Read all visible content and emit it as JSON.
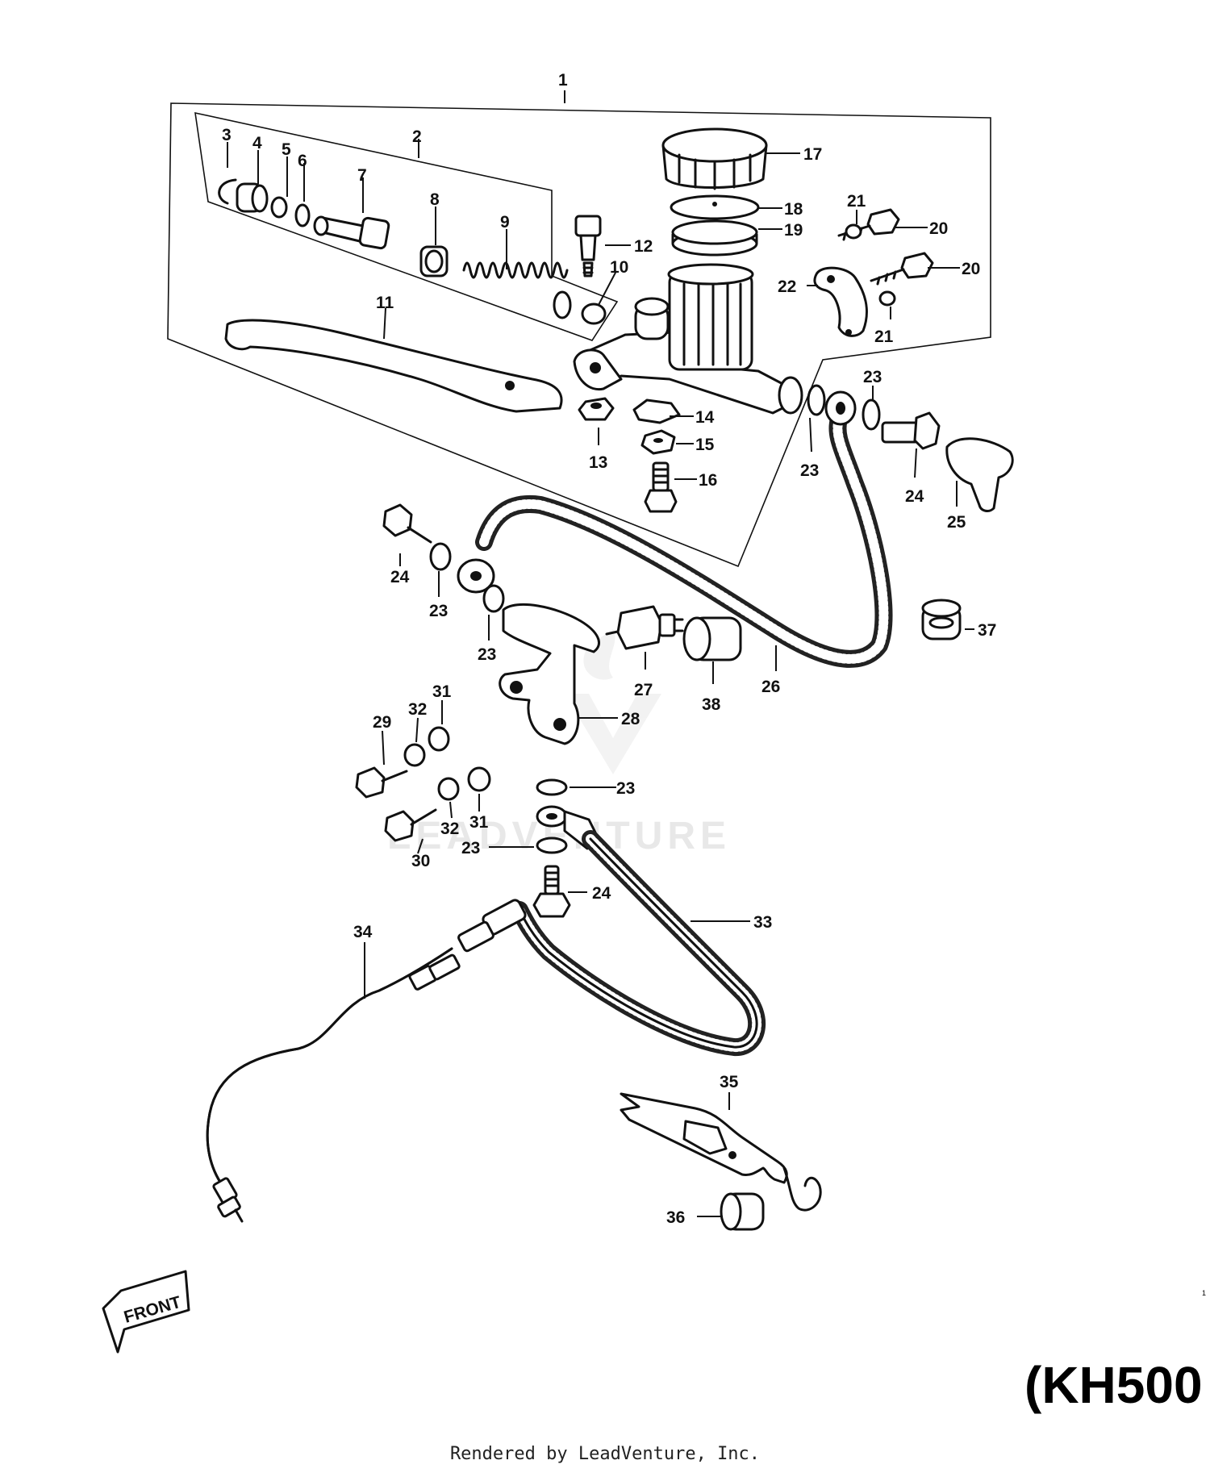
{
  "diagram": {
    "watermark": "LEADVENTURE",
    "front_label": "FRONT",
    "model_code": "(KH500",
    "footer": "Rendered by LeadVenture, Inc.",
    "page_mark": "1",
    "callouts": [
      "1",
      "2",
      "3",
      "4",
      "5",
      "6",
      "7",
      "8",
      "9",
      "10",
      "11",
      "12",
      "13",
      "14",
      "15",
      "16",
      "17",
      "18",
      "19",
      "20",
      "20",
      "21",
      "21",
      "22",
      "23",
      "23",
      "23",
      "23",
      "23",
      "23",
      "24",
      "24",
      "24",
      "25",
      "26",
      "27",
      "28",
      "29",
      "30",
      "31",
      "31",
      "32",
      "32",
      "33",
      "34",
      "35",
      "36",
      "37",
      "38"
    ]
  }
}
